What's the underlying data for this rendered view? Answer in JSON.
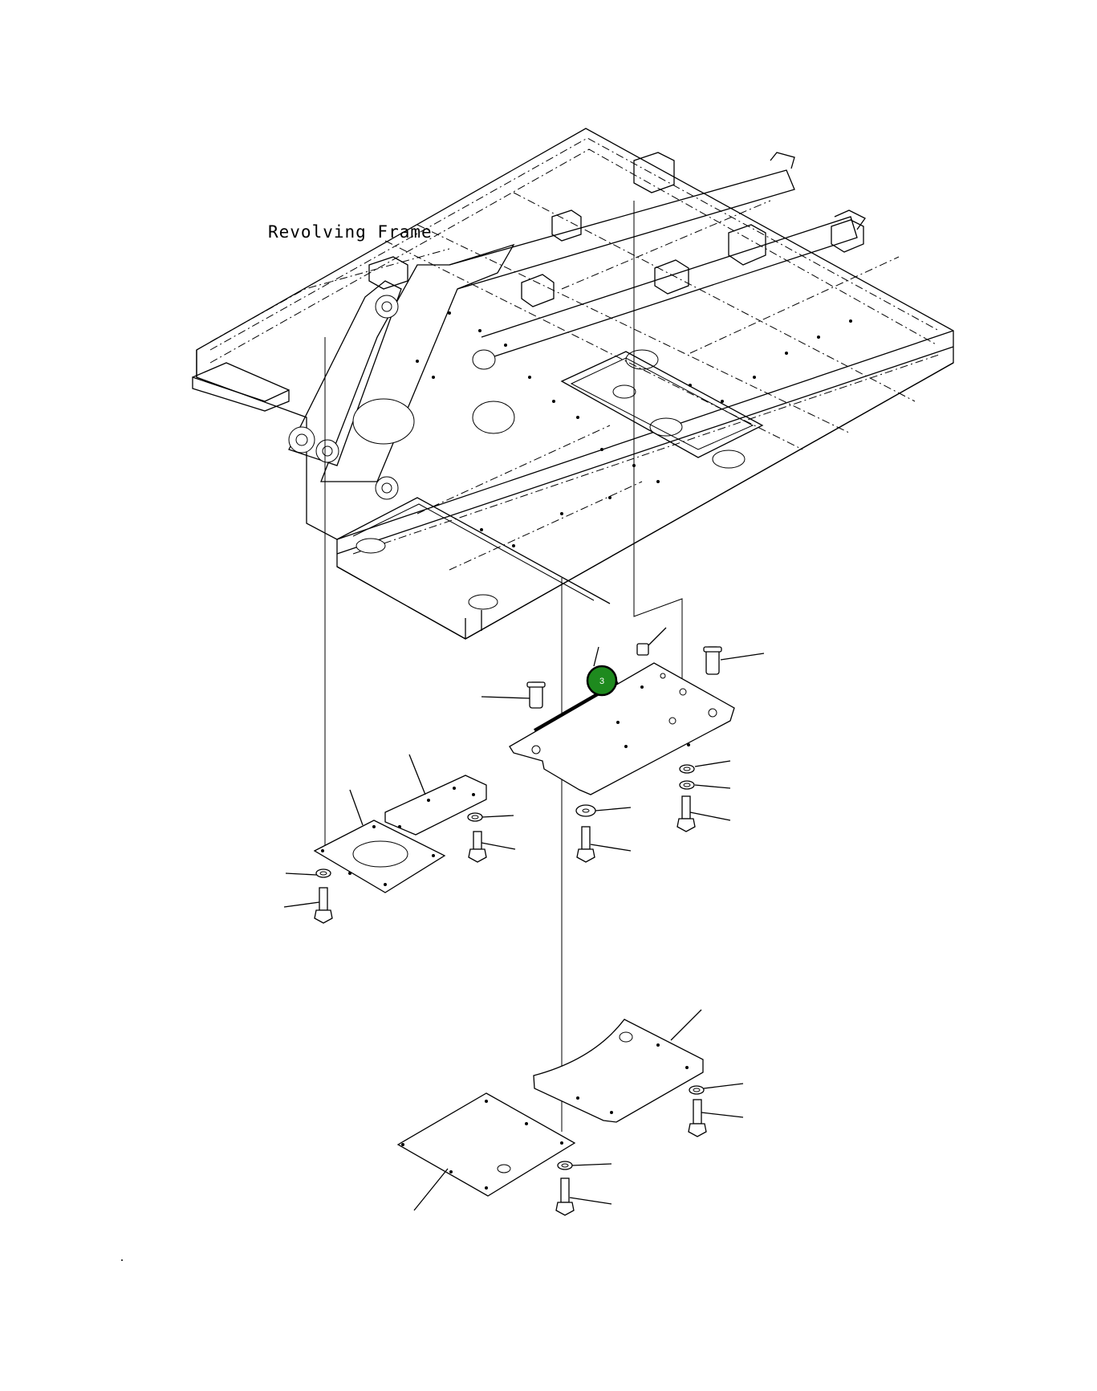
{
  "diagram": {
    "frame_label": "Revolving Frame",
    "highlight_color": "#1e8a1e",
    "callouts": [
      {
        "number": "3",
        "target": "base-plate"
      }
    ]
  }
}
